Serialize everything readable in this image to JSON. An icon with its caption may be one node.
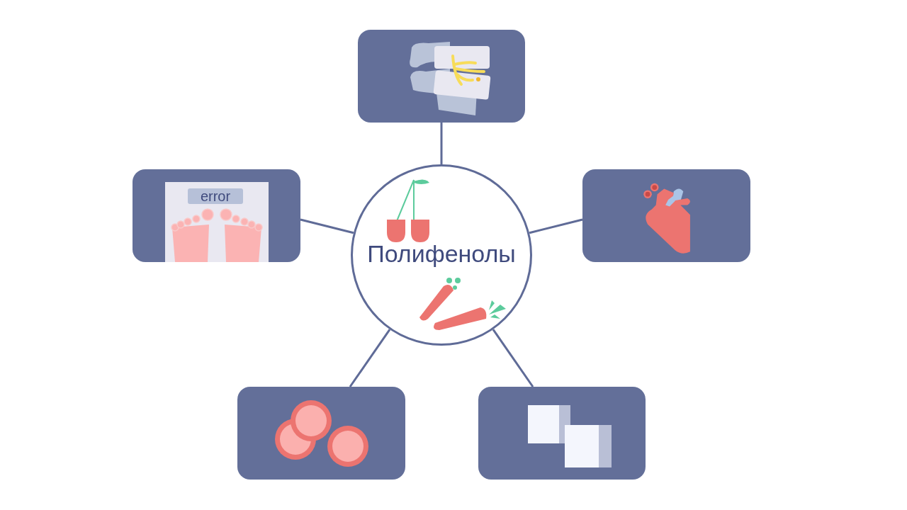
{
  "diagram": {
    "nodes": [
      {
        "text": [
          "Полифенолы"
        ]
      },
      {
        "text": [],
        "shape": "picture"
      },
      {
        "text": [
          "error"
        ]
      },
      {
        "text": [],
        "shape": "picture"
      },
      {
        "text": [],
        "shape": "picture"
      },
      {
        "text": [],
        "shape": "picture"
      }
    ],
    "edges": [
      {
        "from": 0,
        "to": 1,
        "arrow": "none"
      },
      {
        "from": 0,
        "to": 2,
        "arrow": "none"
      },
      {
        "from": 0,
        "to": 3,
        "arrow": "none"
      },
      {
        "from": 0,
        "to": 4,
        "arrow": "none"
      },
      {
        "from": 0,
        "to": 5,
        "arrow": "none"
      }
    ]
  }
}
